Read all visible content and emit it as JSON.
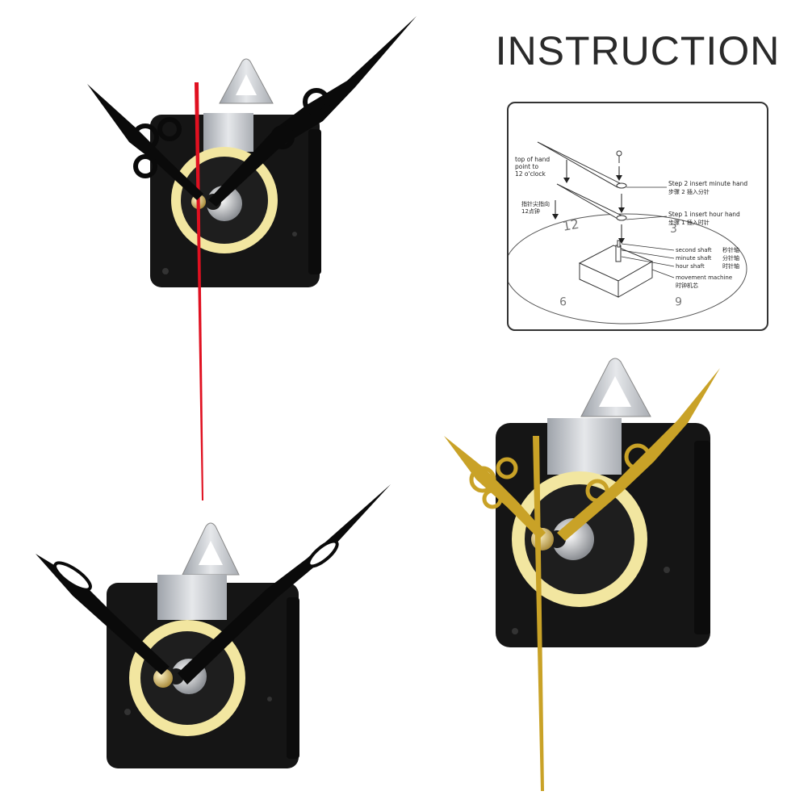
{
  "title": "INSTRUCTION",
  "diagram": {
    "top_note_en": [
      "top of hand",
      "point to",
      "12 o'clock"
    ],
    "top_note_cn": [
      "指针尖指向",
      "12点钟"
    ],
    "step2_en": "Step 2  insert minute hand",
    "step2_cn": "步骤 2  插入分针",
    "step1_en": "Step 1  insert hour hand",
    "step1_cn": "步骤 1  插入时针",
    "parts": [
      {
        "en": "second shaft",
        "cn": "秒针轴"
      },
      {
        "en": "minute shaft",
        "cn": "分针轴"
      },
      {
        "en": "hour shaft",
        "cn": "时针轴"
      },
      {
        "en": "movement machine",
        "cn": "时钟机芯"
      }
    ],
    "dial_numbers": [
      "12",
      "3",
      "6",
      "9"
    ]
  },
  "colors": {
    "movement_body": "#141414",
    "gasket": "#f2e6a0",
    "hanger_metal": "#c9ccd1",
    "second_hand_red": "#e01020",
    "gold_hands": "#c9a227",
    "black_hands": "#0a0a0a"
  }
}
